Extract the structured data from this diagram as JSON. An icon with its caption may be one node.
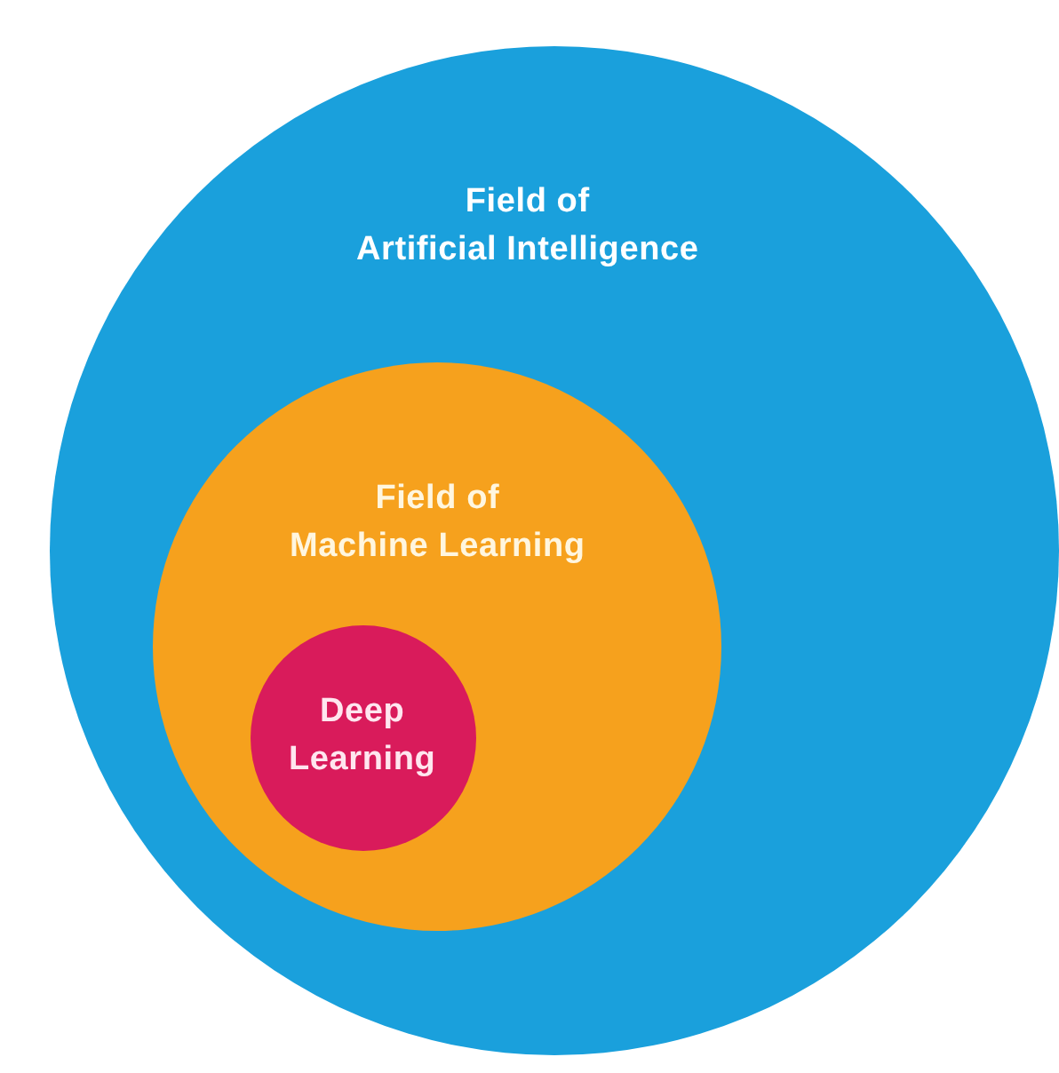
{
  "diagram": {
    "nodes": [
      {
        "text": [
          "Field of Artificial Intelligence"
        ]
      },
      {
        "text": [
          "Field of Machine Learning"
        ],
        "in": 0
      },
      {
        "text": [
          "Deep Learning"
        ],
        "in": 1
      }
    ]
  }
}
